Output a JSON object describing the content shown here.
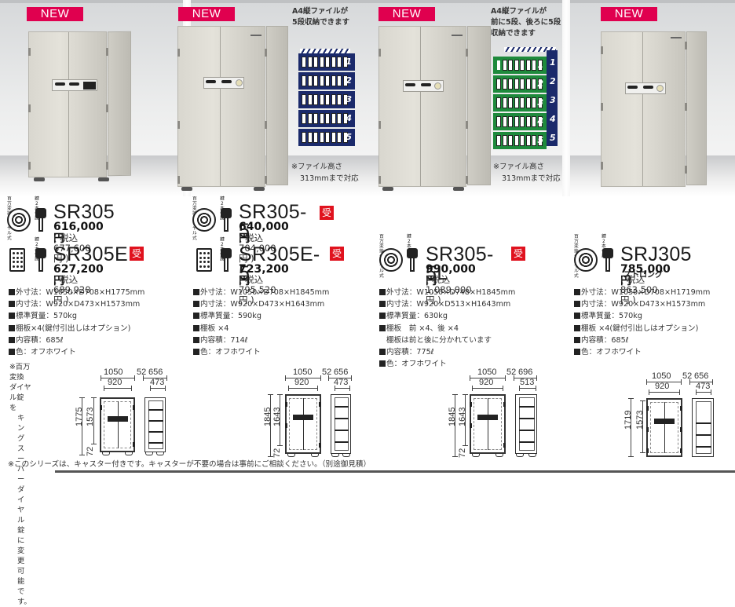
{
  "badges": {
    "new": "NEW",
    "uke": "受"
  },
  "icons": {
    "dial_label_line1": "百万変換",
    "dial_label_line2": "ダイヤル式",
    "key_label_line1": "鍵2本",
    "key_label_line2": "付属"
  },
  "hero": {
    "note_5": {
      "line1": "A4縦ファイルが",
      "line2": "5段収納できます"
    },
    "note_5l": {
      "line1": "A4縦ファイルが",
      "line2": "前に5段、後ろに5段",
      "line3": "収納できます"
    },
    "file_height_note": {
      "line1": "※ファイル高さ",
      "line2": "313mmまで対応"
    },
    "stack_numbers": [
      "1",
      "2",
      "3",
      "4",
      "5"
    ],
    "colors": {
      "new_badge": "#e0004f",
      "navy": "#1b2a6b",
      "green": "#1e8a3c",
      "uke": "#e0121e"
    }
  },
  "products": [
    {
      "models": [
        {
          "name": "SR305",
          "price": "616,000円",
          "tax": "( 税込 677,600 円 )",
          "lock": "dial",
          "uke": false
        },
        {
          "name": "SR305E",
          "price": "627,200円",
          "tax": "( 税込 689,920 円 )",
          "lock": "keypad",
          "uke": true
        }
      ],
      "specs": [
        "外寸法：W1050×D708×H1775mm",
        "内寸法：W920×D473×H1573mm",
        "標準質量：570kg",
        "棚板×4(鍵付引出しはオプション)",
        "内容積：685ℓ",
        "色：オフホワイト"
      ],
      "dial_note": {
        "line1": "※百万変換ダイヤル錠を",
        "line2": "キングスーパーダイヤル錠",
        "line3": "に変更可能です。"
      },
      "diagram": {
        "outer_w": "1050",
        "inner_w": "920",
        "depth_a": "52",
        "depth_b": "656",
        "inner_d": "473",
        "height": "1775",
        "inner_h": "1573",
        "base": "72"
      }
    },
    {
      "models": [
        {
          "name": "SR305-5",
          "price": "640,000円",
          "tax": "( 税込 704,000 円 )",
          "lock": "dial",
          "uke": true
        },
        {
          "name": "SR305E-5",
          "price": "723,200円",
          "tax": "( 税込 795,520 円 )",
          "lock": "keypad",
          "uke": true
        }
      ],
      "specs": [
        "外寸法：W1050×D708×H1845mm",
        "内寸法：W920×D473×H1643mm",
        "標準質量：590kg",
        "棚板 ×4",
        "内容積：714ℓ",
        "色：オフホワイト"
      ],
      "diagram": {
        "outer_w": "1050",
        "inner_w": "920",
        "depth_a": "52",
        "depth_b": "656",
        "inner_d": "473",
        "height": "1845",
        "inner_h": "1643",
        "base": "72"
      }
    },
    {
      "models": [
        {
          "name": "SR305-5L",
          "price": "990,000円",
          "tax": "( 税込 1,089,000 円 )",
          "lock": "dial",
          "uke": true
        }
      ],
      "specs": [
        "外寸法：W1050×D748×H1845mm",
        "内寸法：W920×D513×H1643mm",
        "標準質量：630kg",
        "棚板　前 ×4、後 ×4",
        "棚板は前と後に分かれています",
        "内容積：775ℓ",
        "色：オフホワイト"
      ],
      "diagram": {
        "outer_w": "1050",
        "inner_w": "920",
        "depth_a": "52",
        "depth_b": "696",
        "inner_d": "513",
        "height": "1845",
        "inner_h": "1643",
        "base": "72"
      }
    },
    {
      "models": [
        {
          "name": "SRJ305",
          "suffix": "ストロング",
          "price": "785,000円",
          "tax": "( 税込 863,500 円 )",
          "lock": "dial",
          "uke": false
        }
      ],
      "specs": [
        "外寸法：W1050×D708×H1719mm",
        "内寸法：W920×D473×H1573mm",
        "標準質量：570kg",
        "棚板 ×4(鍵付引出しはオプション)",
        "内容積：685ℓ",
        "色：オフホワイト"
      ],
      "diagram": {
        "outer_w": "1050",
        "inner_w": "920",
        "depth_a": "52",
        "depth_b": "656",
        "inner_d": "473",
        "height": "1719",
        "inner_h": "1573",
        "base": ""
      }
    }
  ],
  "footer": {
    "note": "※このシリーズは、キャスター付きです。キャスターが不要の場合は事前にご相談ください。（別途御見積）"
  }
}
